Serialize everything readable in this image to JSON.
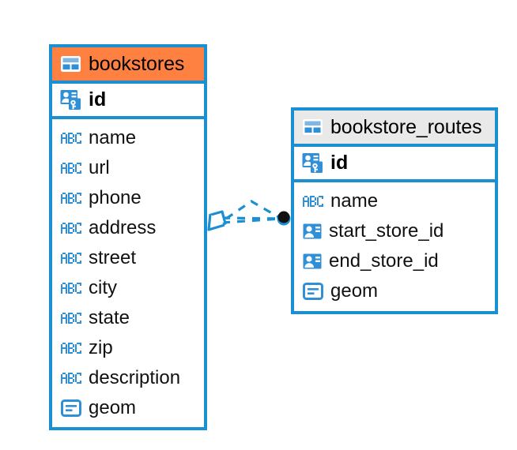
{
  "diagram": {
    "type": "er-diagram",
    "background": "#ffffff",
    "accent_blue": "#1a8fd1",
    "accent_orange": "#ff8142",
    "accent_grey": "#e9e9e9",
    "entities": [
      {
        "name": "bookstores",
        "header_color": "#ff8142",
        "icon": "table-icon",
        "primary_key": {
          "label": "id",
          "icon": "key-card-icon"
        },
        "fields": [
          {
            "label": "name",
            "icon": "abc-icon"
          },
          {
            "label": "url",
            "icon": "abc-icon"
          },
          {
            "label": "phone",
            "icon": "abc-icon"
          },
          {
            "label": "address",
            "icon": "abc-icon"
          },
          {
            "label": "street",
            "icon": "abc-icon"
          },
          {
            "label": "city",
            "icon": "abc-icon"
          },
          {
            "label": "state",
            "icon": "abc-icon"
          },
          {
            "label": "zip",
            "icon": "abc-icon"
          },
          {
            "label": "description",
            "icon": "abc-icon"
          },
          {
            "label": "geom",
            "icon": "geometry-icon"
          }
        ]
      },
      {
        "name": "bookstore_routes",
        "header_color": "#e9e9e9",
        "icon": "table-icon",
        "primary_key": {
          "label": "id",
          "icon": "key-card-icon"
        },
        "fields": [
          {
            "label": "name",
            "icon": "abc-icon"
          },
          {
            "label": "start_store_id",
            "icon": "card-icon"
          },
          {
            "label": "end_store_id",
            "icon": "card-icon"
          },
          {
            "label": "geom",
            "icon": "geometry-icon"
          }
        ]
      }
    ],
    "relationship": {
      "from": "bookstores",
      "to": "bookstore_routes",
      "line_style": "dashed",
      "color": "#1a8fd1",
      "source_marker": "crows-foot-diamond",
      "target_marker": "filled-circle"
    }
  }
}
